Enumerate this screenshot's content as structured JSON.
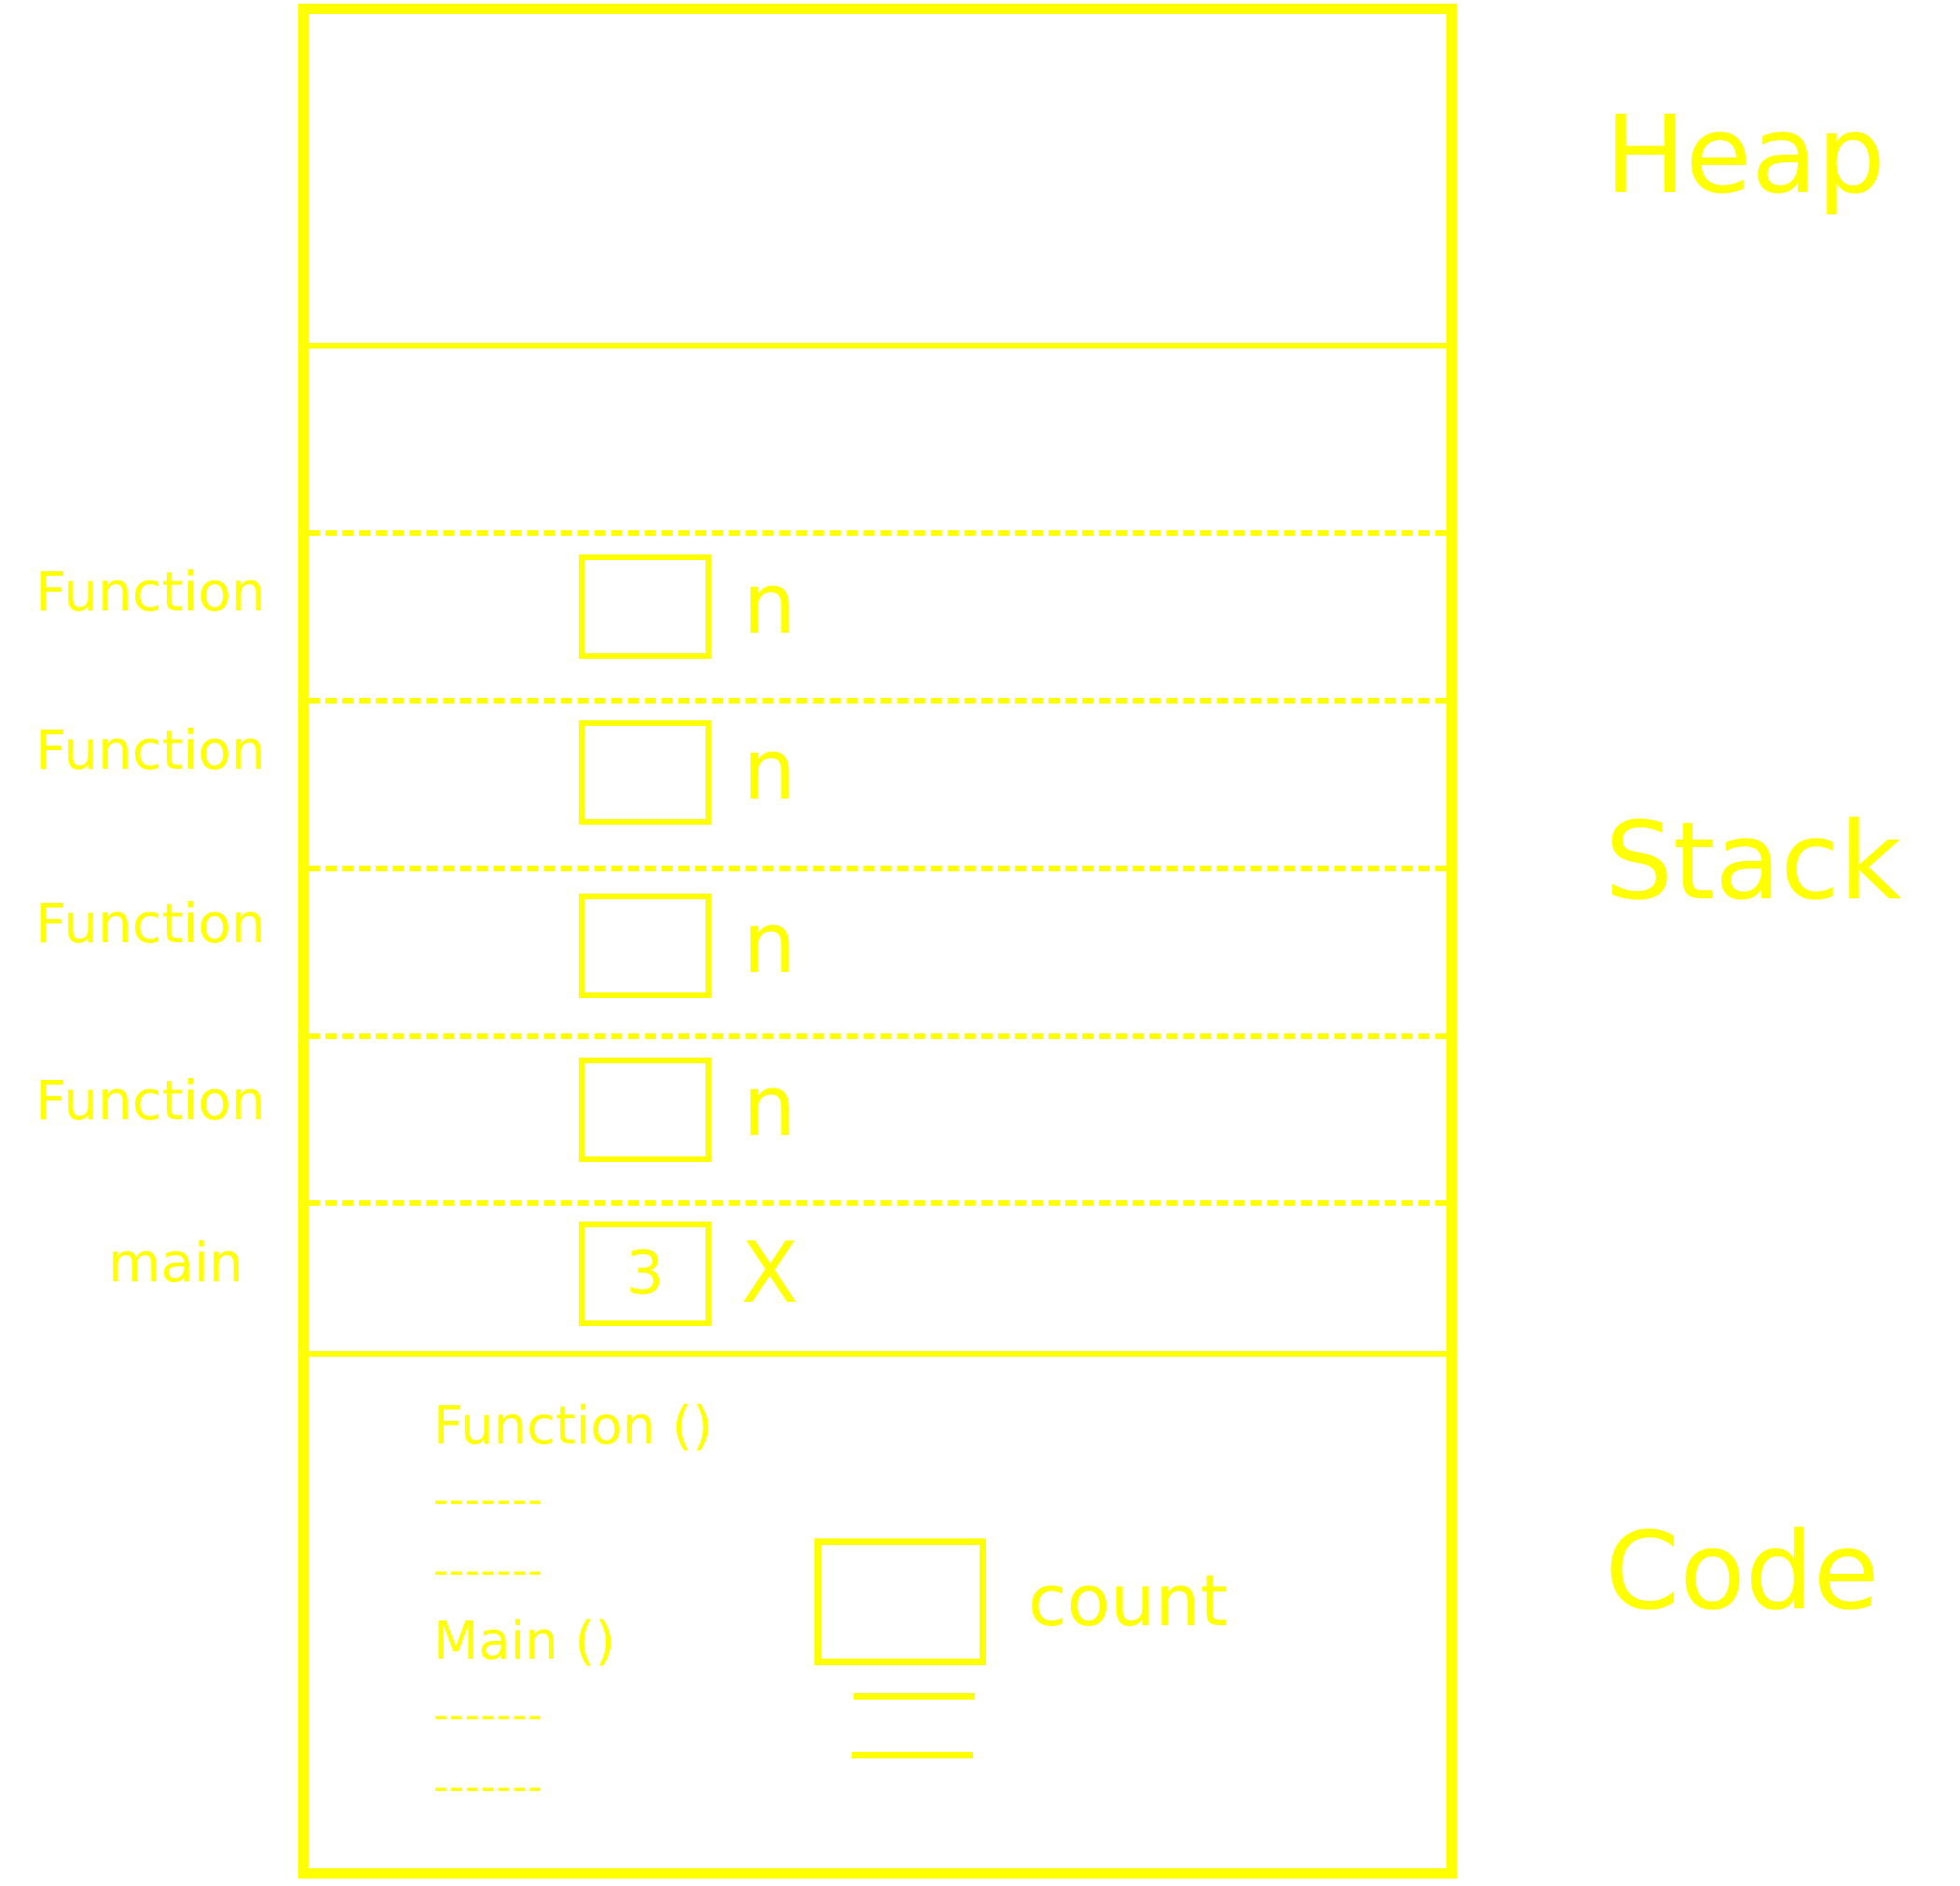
{
  "sections": {
    "heap": "Heap",
    "stack": "Stack",
    "code": "Code"
  },
  "stack_frames": [
    {
      "label": "Function",
      "value": "",
      "var": "n"
    },
    {
      "label": "Function",
      "value": "",
      "var": "n"
    },
    {
      "label": "Function",
      "value": "",
      "var": "n"
    },
    {
      "label": "Function",
      "value": "",
      "var": "n"
    },
    {
      "label": "main",
      "value": "3",
      "var": "X"
    }
  ],
  "code_area": {
    "lines": [
      "Function ()",
      "-------",
      "-------",
      "Main ()",
      "-------",
      "-------"
    ],
    "global_var": "count"
  },
  "colors": {
    "accent": "#ffff00",
    "background": "#ffffff"
  }
}
